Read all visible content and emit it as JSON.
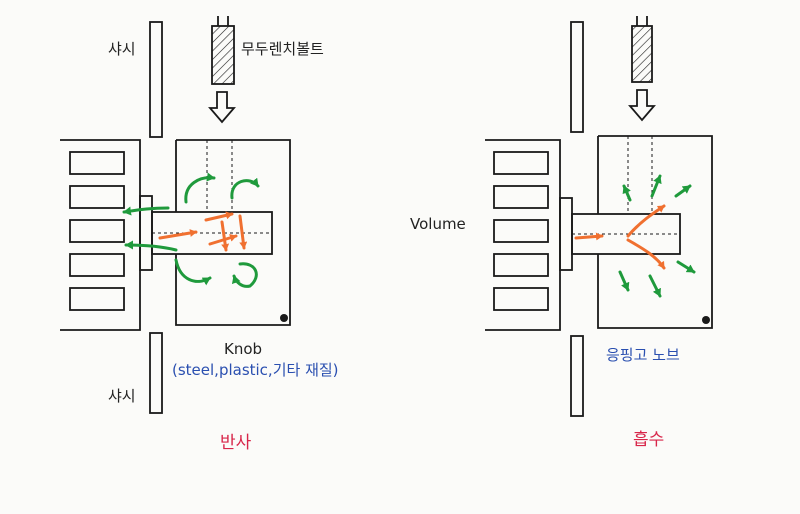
{
  "labels": {
    "chassis_top": "샤시",
    "chassis_bottom": "샤시",
    "bolt": "무두렌치볼트",
    "knob": "Knob",
    "knob_material": "(steel,plastic,기타 재질)",
    "reflect": "반사",
    "volume": "Volume",
    "absorb_knob": "응핑고 노브",
    "absorb": "흡수"
  },
  "colors": {
    "ink": "#1a1a1a",
    "orange_arrow": "#f07030",
    "green_arrow": "#1f9a3c",
    "blue_text": "#2a4fb0",
    "red_text": "#d8264a"
  }
}
